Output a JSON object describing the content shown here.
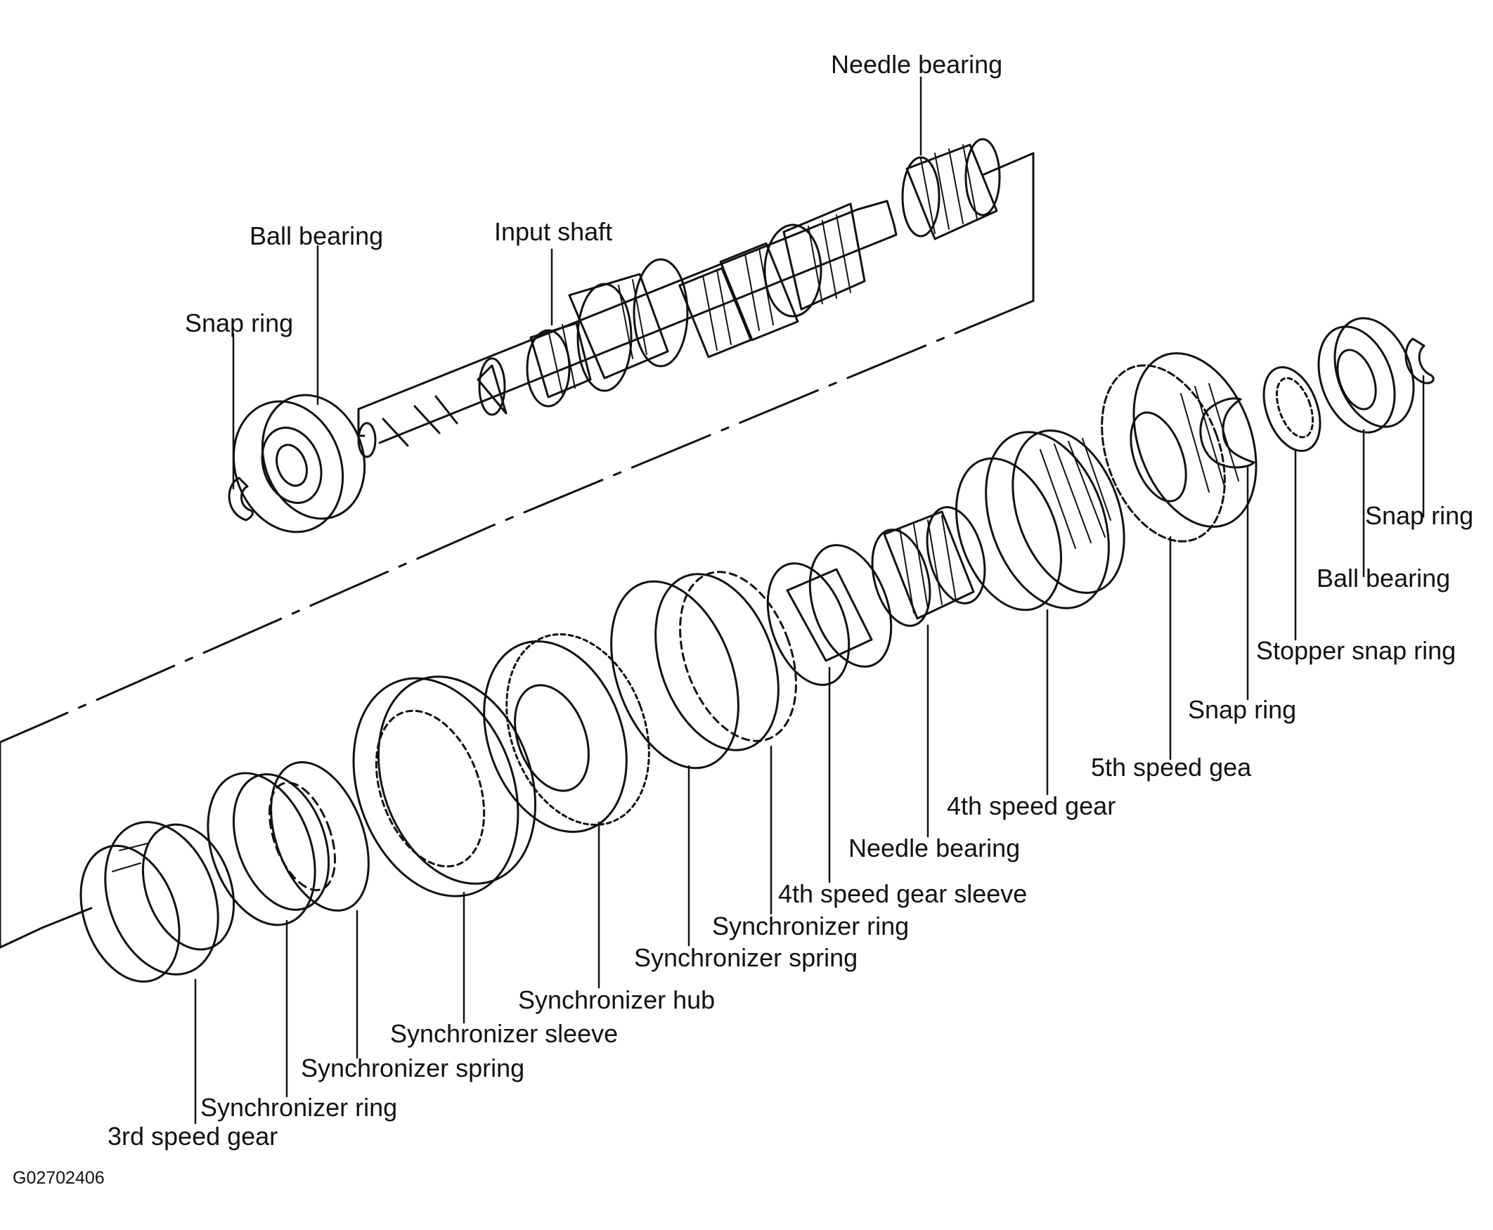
{
  "diagram": {
    "figure_code": "G02702406",
    "upper_assembly": {
      "needle_bearing": "Needle bearing",
      "ball_bearing": "Ball bearing",
      "input_shaft": "Input shaft",
      "snap_ring": "Snap ring"
    },
    "lower_assembly": {
      "snap_ring_right": "Snap ring",
      "ball_bearing": "Ball bearing",
      "stopper_snap_ring": "Stopper snap ring",
      "snap_ring": "Snap ring",
      "fifth_speed_gear": "5th speed gea",
      "fourth_speed_gear": "4th speed gear",
      "needle_bearing": "Needle bearing",
      "fourth_speed_gear_sleeve": "4th speed gear sleeve",
      "synchronizer_ring_2": "Synchronizer ring",
      "synchronizer_spring_2": "Synchronizer spring",
      "synchronizer_hub": "Synchronizer hub",
      "synchronizer_sleeve": "Synchronizer sleeve",
      "synchronizer_spring_1": "Synchronizer spring",
      "synchronizer_ring_1": "Synchronizer  ring",
      "third_speed_gear": "3rd speed gear"
    }
  }
}
